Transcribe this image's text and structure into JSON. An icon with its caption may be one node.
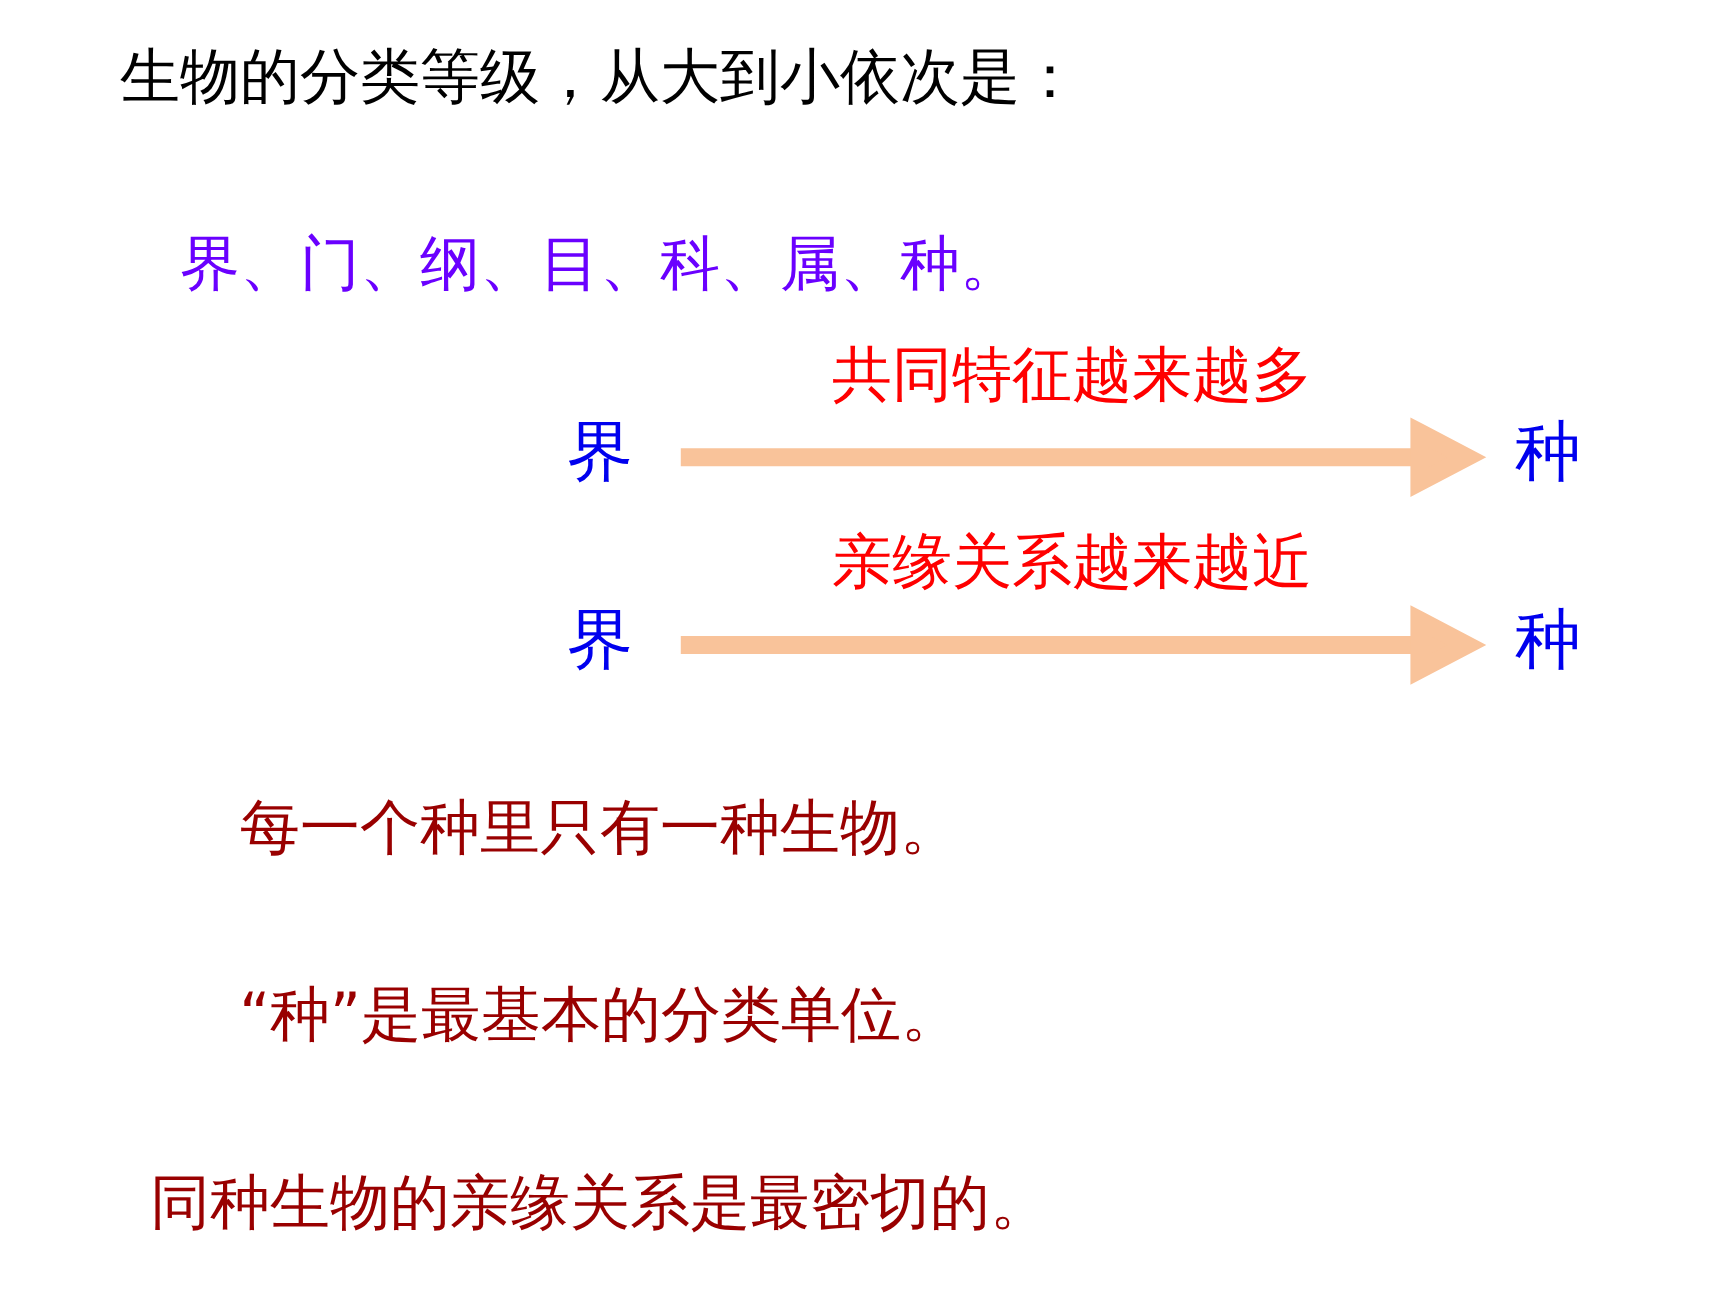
{
  "diagram": {
    "nodes": [
      {
        "text": [
          "界"
        ]
      },
      {
        "text": [
          "种"
        ]
      },
      {
        "text": [
          "界"
        ]
      },
      {
        "text": [
          "种"
        ]
      }
    ],
    "edges": [
      {
        "from": 0,
        "to": 1,
        "arrow": "to",
        "label": "共同特征越来越多"
      },
      {
        "from": 2,
        "to": 3,
        "arrow": "to",
        "label": "亲缘关系越来越近"
      }
    ],
    "labels": [
      "生物的分类等级，从大到小依次是：",
      "界、门、纲、目、科、属、种。",
      "每一个种里只有一种生物。",
      "“种”是最基本的分类单位。",
      "同种生物的亲缘关系是最密切的。"
    ]
  }
}
